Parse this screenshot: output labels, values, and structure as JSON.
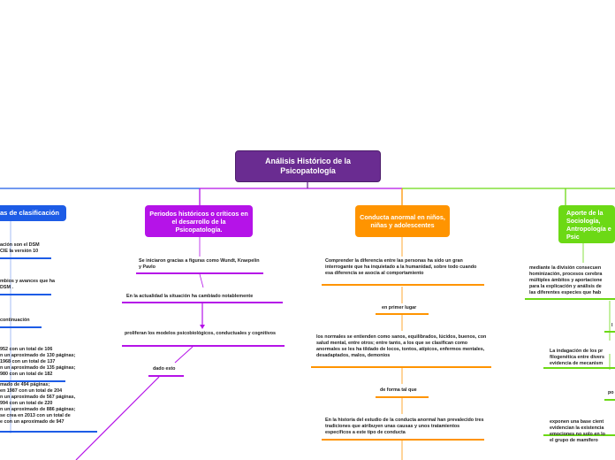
{
  "root": {
    "title": "Análisis Histórico de la Psicopatología"
  },
  "colors": {
    "root": "#6a2c91",
    "blue": "#1d5ce6",
    "violet": "#b513e8",
    "orange": "#ff9400",
    "green": "#6cd915"
  },
  "branches": {
    "clasificacion": {
      "title": "as de clasificación",
      "items": [
        "ación son el DSM",
        "CIE la versión 10",
        "mbios y avances que ha",
        "DSM .",
        "continuación",
        "952 con un total de 106",
        "n un aproximado de 130 páginas;",
        "1968 con un total de 137",
        "n un aproximado de 135 páginas;",
        "980 con un total de 182",
        "mado de 494 páginas;",
        "en 1987 con un total de 204",
        "n un aproximado de 567 páginas,",
        "994 con un total de 220",
        "n un aproximado de 886 páginas;",
        "se crea en 2013 con un total de",
        "e con un aproximado de 947"
      ]
    },
    "periodos": {
      "title": "Periodos históricos o críticos en el desarrollo de la Psicopatología.",
      "items": [
        "Se iniciaron gracias a figuras como Wundt, Kraepelin y Pavlo",
        "En la actualidad la situación ha cambiado notablemente",
        "proliferan los modelos psicobiológicos, conductuales y cognitivos",
        "dado esto"
      ]
    },
    "conducta": {
      "title": "Conducta anormal en niños, niñas y adolescentes",
      "items": [
        "Comprender la diferencia entre las personas ha sido un gran interrogante que ha inquietado a la humanidad, sobre todo cuando esa diferencia se asocia al comportamiento",
        "en primer lugar",
        "los normales se entienden como sanos, equilibrados, lúcidos, buenos, con salud mental, entre otros; entre tanto, a los que se clasifican como anormales se les ha tildado de locos, tontos, atípicos, enfermos mentales, desadaptados, malos, demonios",
        "de forma tal que",
        "En la historia del estudio de la conducta anormal han prevalecido tres tradiciones que atribuyen unas causas y unos tratamientos específicos a este tipo de conducta"
      ]
    },
    "aporte": {
      "title": "Aporte de la Sociología, Antropología e Psic",
      "items": [
        "mediante la división consecuen",
        "hominización, procesos cerebra",
        "múltiples ámbitos y aportacione",
        "para la explicación y análisis de",
        "las diferentes especies que hab",
        "l",
        "La indagación de los pr",
        "filogenética entre divers",
        "evidencia de mecanism",
        "po",
        "exponen una base cient",
        "evidencian la existencia",
        "emociones no solo en lo",
        "el grupo de mamífero"
      ]
    }
  }
}
